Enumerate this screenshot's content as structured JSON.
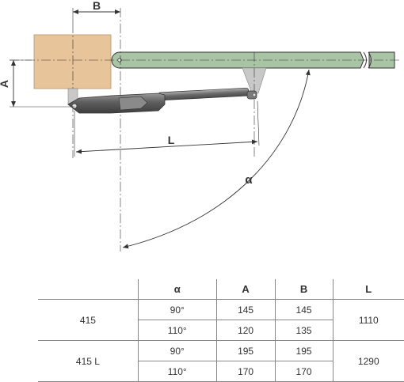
{
  "diagram": {
    "labels": {
      "a": "A",
      "b": "B",
      "l": "L",
      "alpha": "α"
    },
    "colors": {
      "pillar": "#e8c49a",
      "gate": "#a9c4a5",
      "bracket": "#c8c8c8",
      "motor": "#6d6d6d",
      "line": "#333333"
    }
  },
  "table": {
    "headers": [
      "",
      "α",
      "A",
      "B",
      "L"
    ],
    "groups": [
      {
        "model": "415",
        "l": "1110",
        "rows": [
          {
            "alpha": "90°",
            "a": "145",
            "b": "145"
          },
          {
            "alpha": "110°",
            "a": "120",
            "b": "135"
          }
        ]
      },
      {
        "model": "415 L",
        "l": "1290",
        "rows": [
          {
            "alpha": "90°",
            "a": "195",
            "b": "195"
          },
          {
            "alpha": "110°",
            "a": "170",
            "b": "170"
          }
        ]
      }
    ]
  }
}
